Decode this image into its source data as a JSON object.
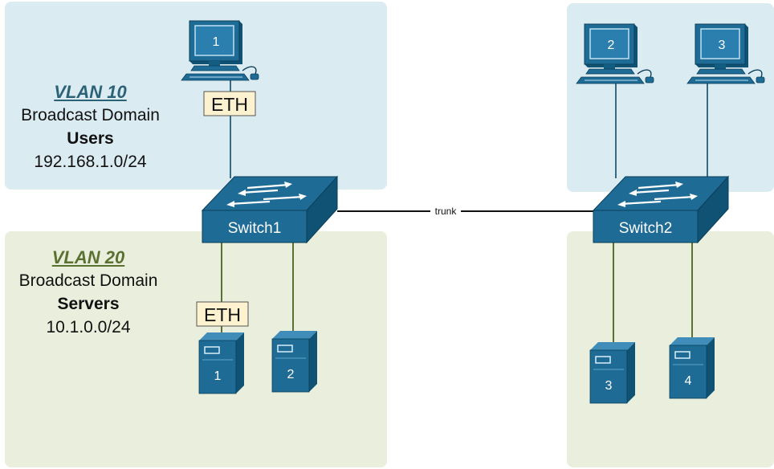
{
  "vlans": [
    {
      "title": "VLAN 10",
      "line1": "Broadcast Domain",
      "name": "Users",
      "subnet": "192.168.1.0/24"
    },
    {
      "title": "VLAN 20",
      "line1": "Broadcast Domain",
      "name": "Servers",
      "subnet": "10.1.0.0/24"
    }
  ],
  "switches": [
    "Switch1",
    "Switch2"
  ],
  "link_label": "trunk",
  "eth_label": "ETH",
  "pcs": [
    "1",
    "2",
    "3"
  ],
  "servers": [
    "1",
    "2",
    "3",
    "4"
  ],
  "colors": {
    "vlan10_bg": "#dbebf2",
    "vlan20_bg": "#e9efdc",
    "device": "#1e6b96",
    "eth_tag": "#fdf2d0"
  }
}
